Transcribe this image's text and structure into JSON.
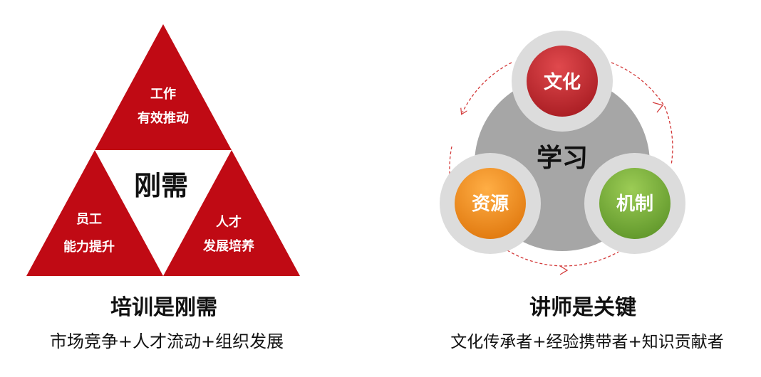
{
  "left_panel": {
    "center_label": "刚需",
    "top_segment": [
      "工作",
      "有效推动"
    ],
    "left_segment": [
      "员工",
      "能力提升"
    ],
    "right_segment": [
      "人才",
      "发展培养"
    ],
    "title": "培训是刚需",
    "subtitle": "市场竞争+人才流动+组织发展"
  },
  "right_panel": {
    "hub_label": "学习",
    "nodes": {
      "top": "文化",
      "left": "资源",
      "right": "机制"
    },
    "title": "讲师是关键",
    "subtitle": "文化传承者+经验携带者+知识贡献者"
  },
  "colors": {
    "triangle_red": "#c00a14",
    "hub_gray": "#a6a6a6",
    "ring_gray": "#dcdcdc",
    "culture_red": "#c22a2f",
    "resource_orange": "#f08a1c",
    "mechanism_green": "#7db33a",
    "arrow_red": "#d33a3a"
  }
}
